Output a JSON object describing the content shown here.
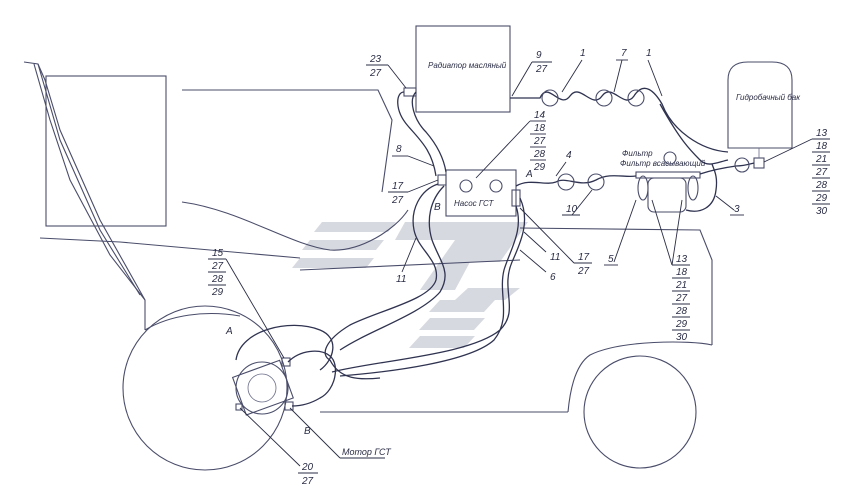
{
  "components": {
    "radiator": "Радиатор масляный",
    "tank": "Гидробачный бак",
    "filter": "Фильтр всасывающий",
    "pump": "Насос ГСТ",
    "motor": "Мотор ГСТ"
  },
  "letters": {
    "pump_b": "В",
    "pump_a": "А",
    "motor_a": "А",
    "motor_b": "В"
  },
  "labels": {
    "l23": "23",
    "l23b": "27",
    "l9": "9",
    "l9b": "27",
    "l1a": "1",
    "l7": "7",
    "l1b": "1",
    "l14": "14",
    "l14b": "18",
    "l14c": "27",
    "l14d": "28",
    "l14e": "29",
    "l8": "8",
    "l17a": "17",
    "l17ab": "27",
    "l4": "4",
    "l10": "10",
    "l13a": "13",
    "l13ab": "18",
    "l13ac": "21",
    "l13ad": "27",
    "l13ae": "28",
    "l13af": "29",
    "l13ag": "30",
    "l3": "3",
    "l13b": "13",
    "l13bb": "18",
    "l13bc": "21",
    "l13bd": "27",
    "l13be": "28",
    "l13bf": "29",
    "l13bg": "30",
    "l17b": "17",
    "l17bb": "27",
    "l11a": "11",
    "l11b": "11",
    "l6": "6",
    "l5": "5",
    "l15": "15",
    "l15b": "27",
    "l15c": "28",
    "l15d": "29",
    "l20": "20",
    "l20b": "27"
  }
}
